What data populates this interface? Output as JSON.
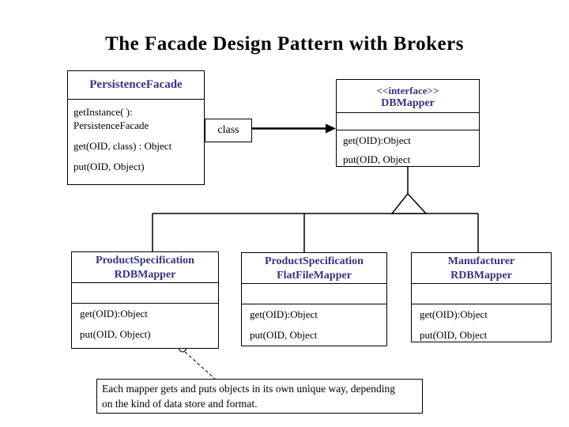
{
  "title": "The Facade Design Pattern with Brokers",
  "colors": {
    "header_text": "#343480",
    "body_text": "#000000",
    "line": "#000000"
  },
  "facade_class": {
    "name": "PersistenceFacade",
    "method_lines": [
      "getInstance( ):",
      "PersistenceFacade",
      "get(OID, class) : Object",
      "put(OID, Object)"
    ]
  },
  "association": {
    "label": "class"
  },
  "interface_class": {
    "stereotype": "<<interface>>",
    "name": "DBMapper",
    "method_lines": [
      "get(OID):Object",
      "put(OID, Object"
    ]
  },
  "subclasses": [
    {
      "name_line1": "ProductSpecification",
      "name_line2": "RDBMapper",
      "method_lines": [
        "get(OID):Object",
        "put(OID, Object)"
      ]
    },
    {
      "name_line1": "ProductSpecification",
      "name_line2": "FlatFileMapper",
      "method_lines": [
        "get(OID):Object",
        "put(OID, Object"
      ]
    },
    {
      "name_line1": "Manufacturer",
      "name_line2": "RDBMapper",
      "method_lines": [
        "get(OID):Object",
        "put(OID, Object"
      ]
    }
  ],
  "note": {
    "line1": "Each mapper gets and puts objects in its own unique way, depending",
    "line2": "on the kind of data store and format."
  }
}
